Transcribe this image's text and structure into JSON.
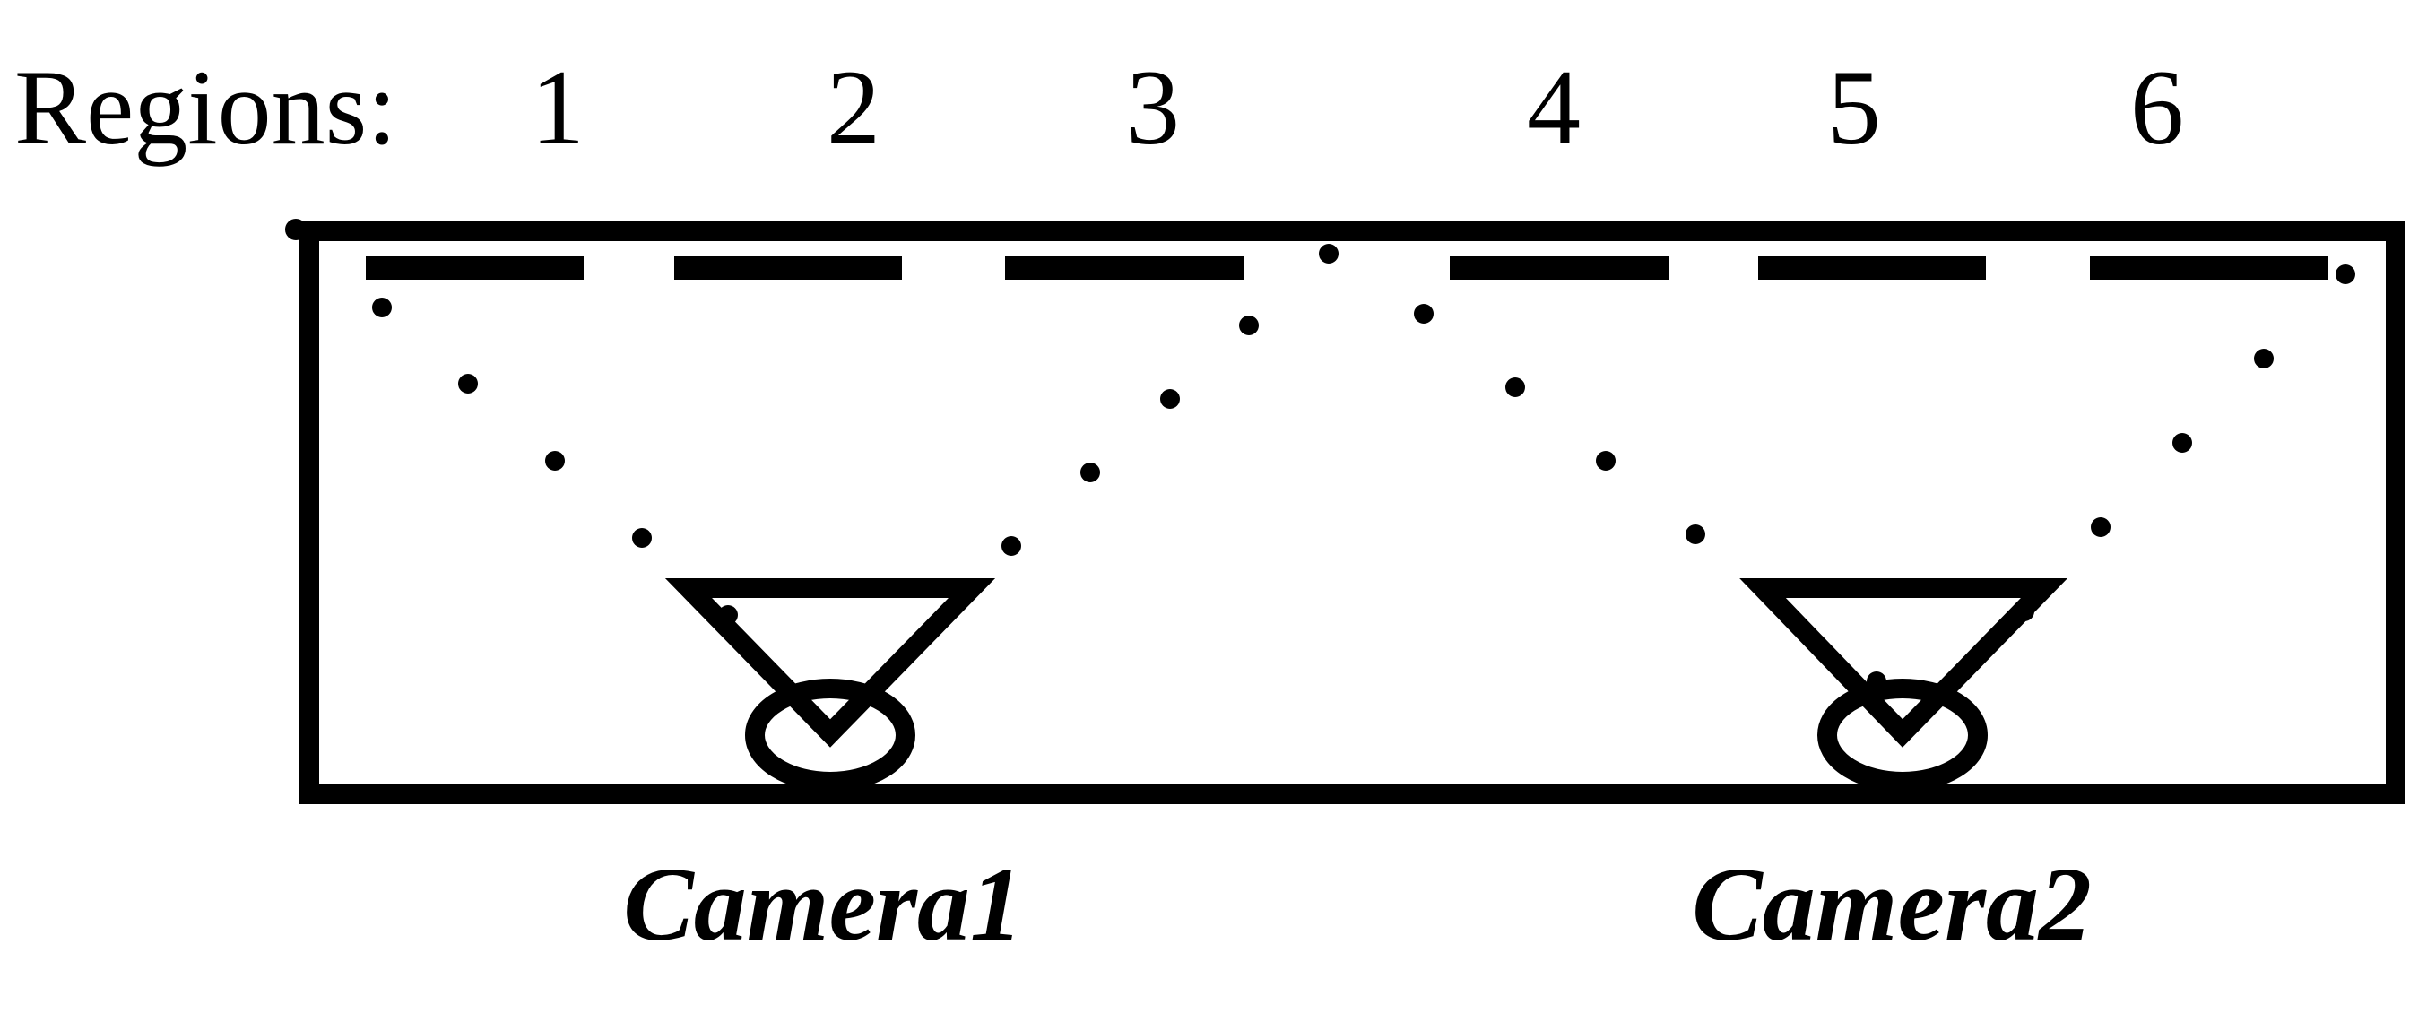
{
  "regions_label": "Regions:",
  "regions": [
    "1",
    "2",
    "3",
    "4",
    "5",
    "6"
  ],
  "cameras": [
    {
      "label": "Camera1"
    },
    {
      "label": "Camera2"
    }
  ],
  "colors": {
    "ink": "#000000",
    "background": "#ffffff"
  }
}
